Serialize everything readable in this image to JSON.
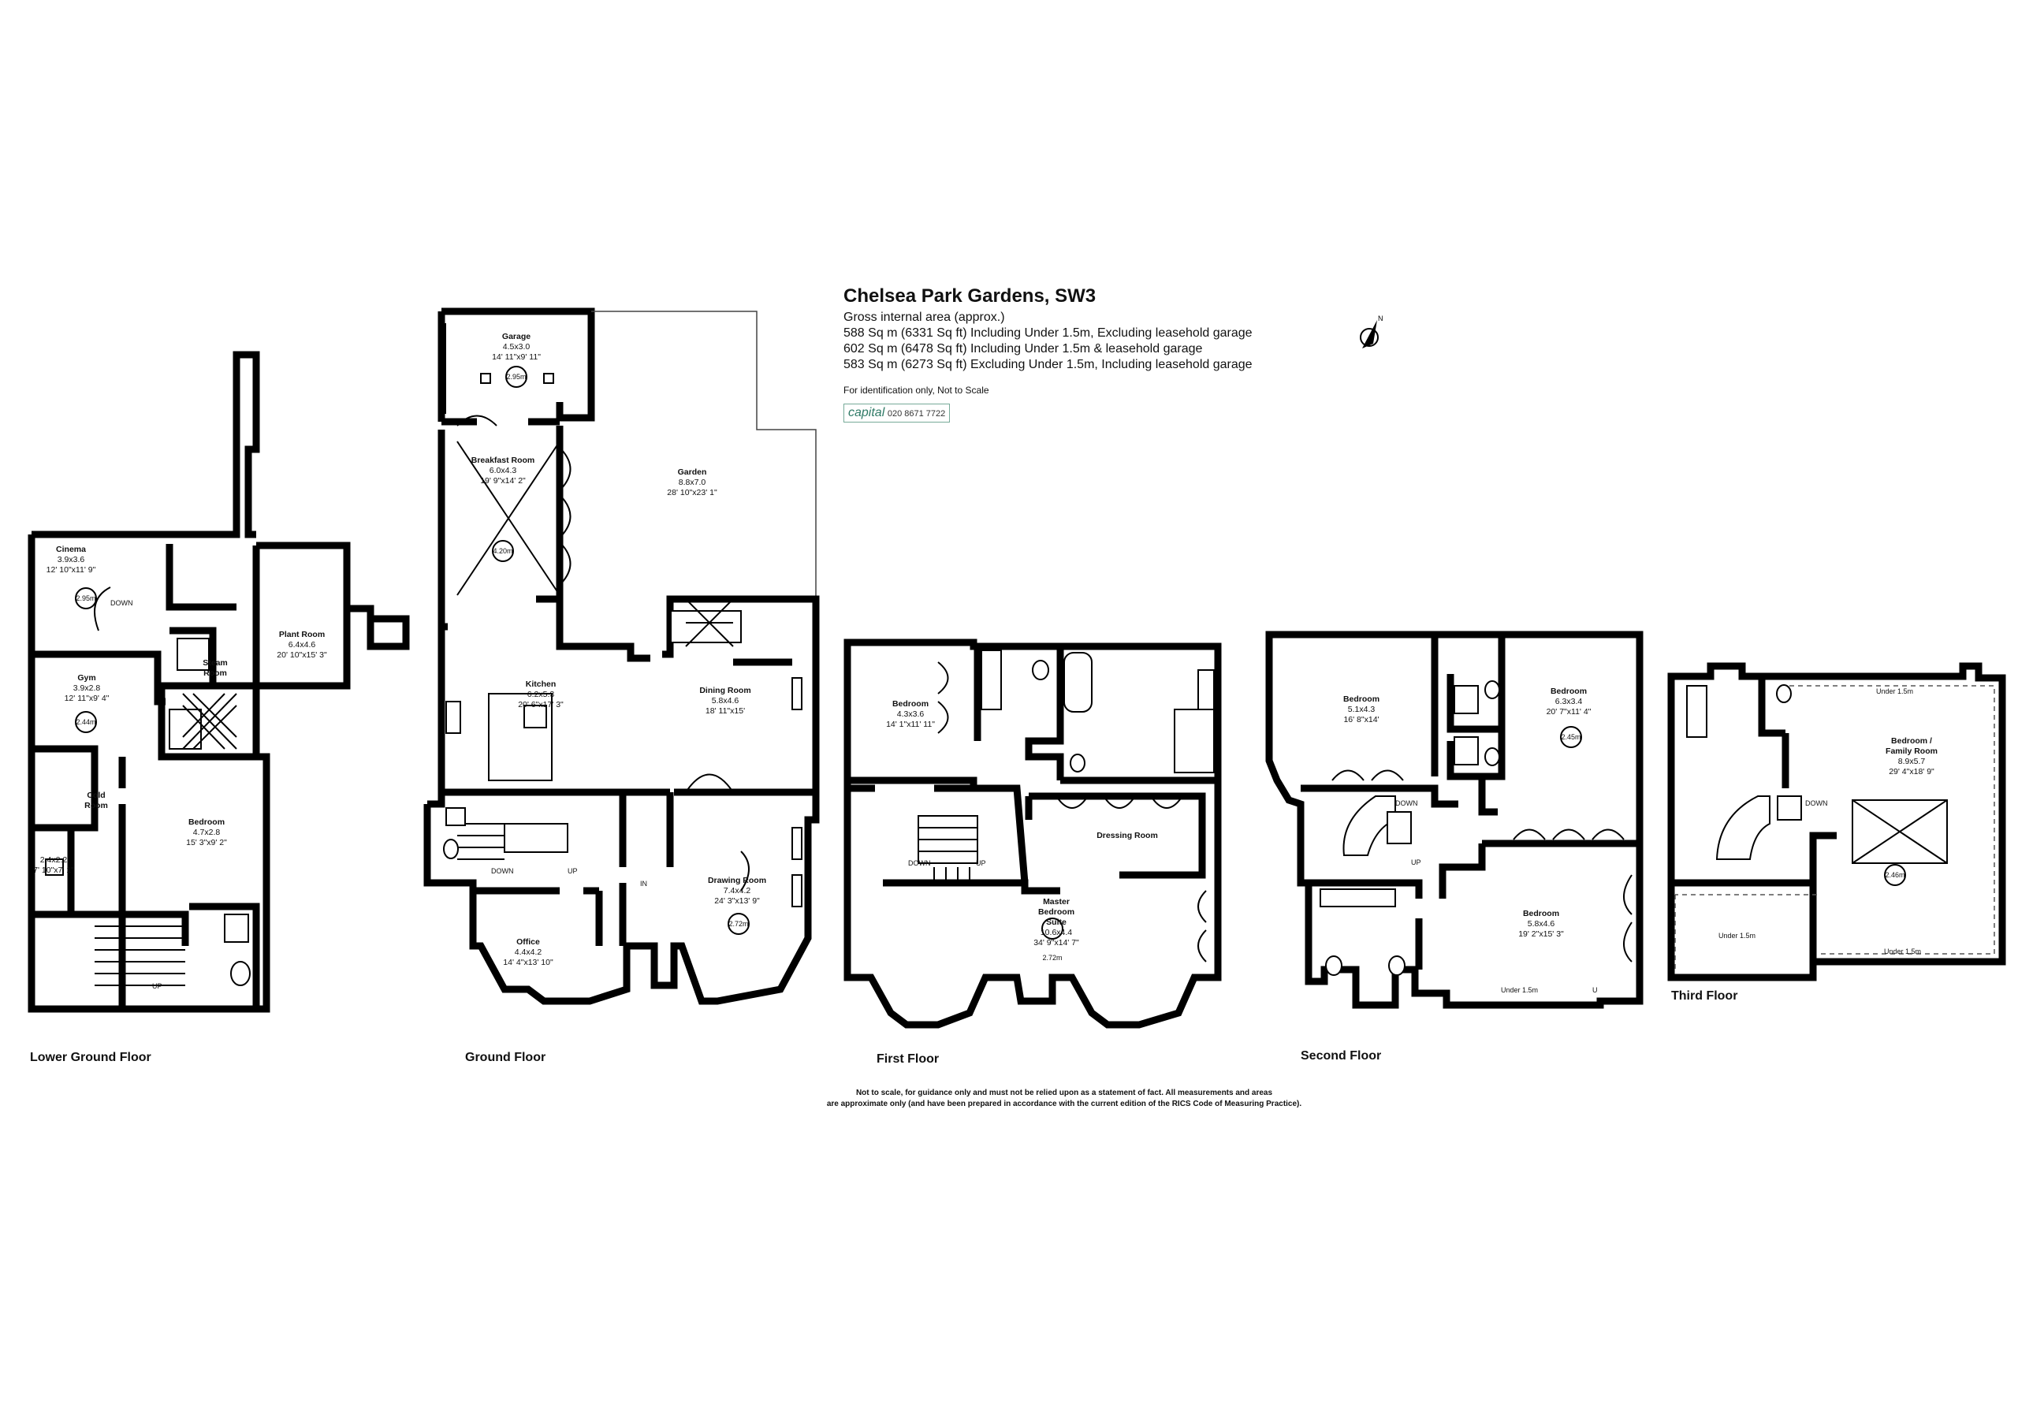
{
  "header": {
    "title": "Chelsea Park Gardens, SW3",
    "gia_label": "Gross internal area (approx.)",
    "areas": [
      "588 Sq m (6331 Sq ft) Including Under 1.5m, Excluding leasehold garage",
      "602 Sq m (6478 Sq ft) Including Under 1.5m & leasehold garage",
      "583 Sq m (6273 Sq ft) Excluding Under 1.5m, Including leasehold garage"
    ],
    "note": "For identification only, Not to Scale",
    "brand_name": "capital",
    "brand_phone": "020 8671 7722"
  },
  "disclaimer": [
    "Not to scale, for guidance only and must not be relied upon as a statement of fact.  All measurements and areas",
    "are approximate only (and have been prepared in accordance with the current edition of the RICS Code of Measuring Practice)."
  ],
  "floors": {
    "lower_ground": "Lower Ground Floor",
    "ground": "Ground Floor",
    "first": "First Floor",
    "second": "Second Floor",
    "third": "Third Floor"
  },
  "rooms": {
    "cinema": {
      "name": "Cinema",
      "metric": "3.9x3.6",
      "imperial": "12' 10\"x11' 9\"",
      "height": "2.95m"
    },
    "gym": {
      "name": "Gym",
      "metric": "3.9x2.8",
      "imperial": "12' 11\"x9' 4\"",
      "height": "2.44m"
    },
    "steam": {
      "name": "Steam",
      "name2": "Room"
    },
    "plant": {
      "name": "Plant Room",
      "metric": "6.4x4.6",
      "imperial": "20' 10\"x15' 3\""
    },
    "cold": {
      "name": "Cold",
      "name2": "Room"
    },
    "store_lg": {
      "metric": "2.4x2.2",
      "imperial": "7' 10\"x7' 1\""
    },
    "bed_lg": {
      "name": "Bedroom",
      "metric": "4.7x2.8",
      "imperial": "15' 3\"x9' 2\""
    },
    "garage": {
      "name": "Garage",
      "metric": "4.5x3.0",
      "imperial": "14' 11\"x9' 11\"",
      "height": "2.95m"
    },
    "breakfast": {
      "name": "Breakfast Room",
      "metric": "6.0x4.3",
      "imperial": "19' 9\"x14' 2\"",
      "height": "4.20m"
    },
    "garden": {
      "name": "Garden",
      "metric": "8.8x7.0",
      "imperial": "28' 10\"x23' 1\""
    },
    "kitchen": {
      "name": "Kitchen",
      "metric": "6.2x5.3",
      "imperial": "20' 6\"x17' 3\""
    },
    "dining": {
      "name": "Dining Room",
      "metric": "5.8x4.6",
      "imperial": "18' 11\"x15'"
    },
    "drawing": {
      "name": "Drawing Room",
      "metric": "7.4x4.2",
      "imperial": "24' 3\"x13' 9\"",
      "height": "2.72m"
    },
    "office": {
      "name": "Office",
      "metric": "4.4x4.2",
      "imperial": "14' 4\"x13' 10\""
    },
    "bed_f1": {
      "name": "Bedroom",
      "metric": "4.3x3.6",
      "imperial": "14' 1\"x11' 11\""
    },
    "dressing": {
      "name": "Dressing Room"
    },
    "master": {
      "name": "Master",
      "name2": "Bedroom",
      "name3": "Suite",
      "metric": "10.6x4.4",
      "imperial": "34' 9\"x14' 7\"",
      "height": "2.72m"
    },
    "bed_s1": {
      "name": "Bedroom",
      "metric": "5.1x4.3",
      "imperial": "16' 8\"x14'"
    },
    "bed_s2": {
      "name": "Bedroom",
      "metric": "6.3x3.4",
      "imperial": "20' 7\"x11' 4\"",
      "height": "2.45m"
    },
    "bed_s3": {
      "name": "Bedroom",
      "metric": "5.8x4.6",
      "imperial": "19' 2\"x15' 3\""
    },
    "bed_t": {
      "name": "Bedroom /",
      "name2": "Family Room",
      "metric": "8.9x5.7",
      "imperial": "29' 4\"x18' 9\"",
      "height": "2.46m"
    }
  },
  "labels": {
    "down": "DOWN",
    "up": "UP",
    "in": "IN",
    "under": "Under 1.5m",
    "u": "U"
  }
}
